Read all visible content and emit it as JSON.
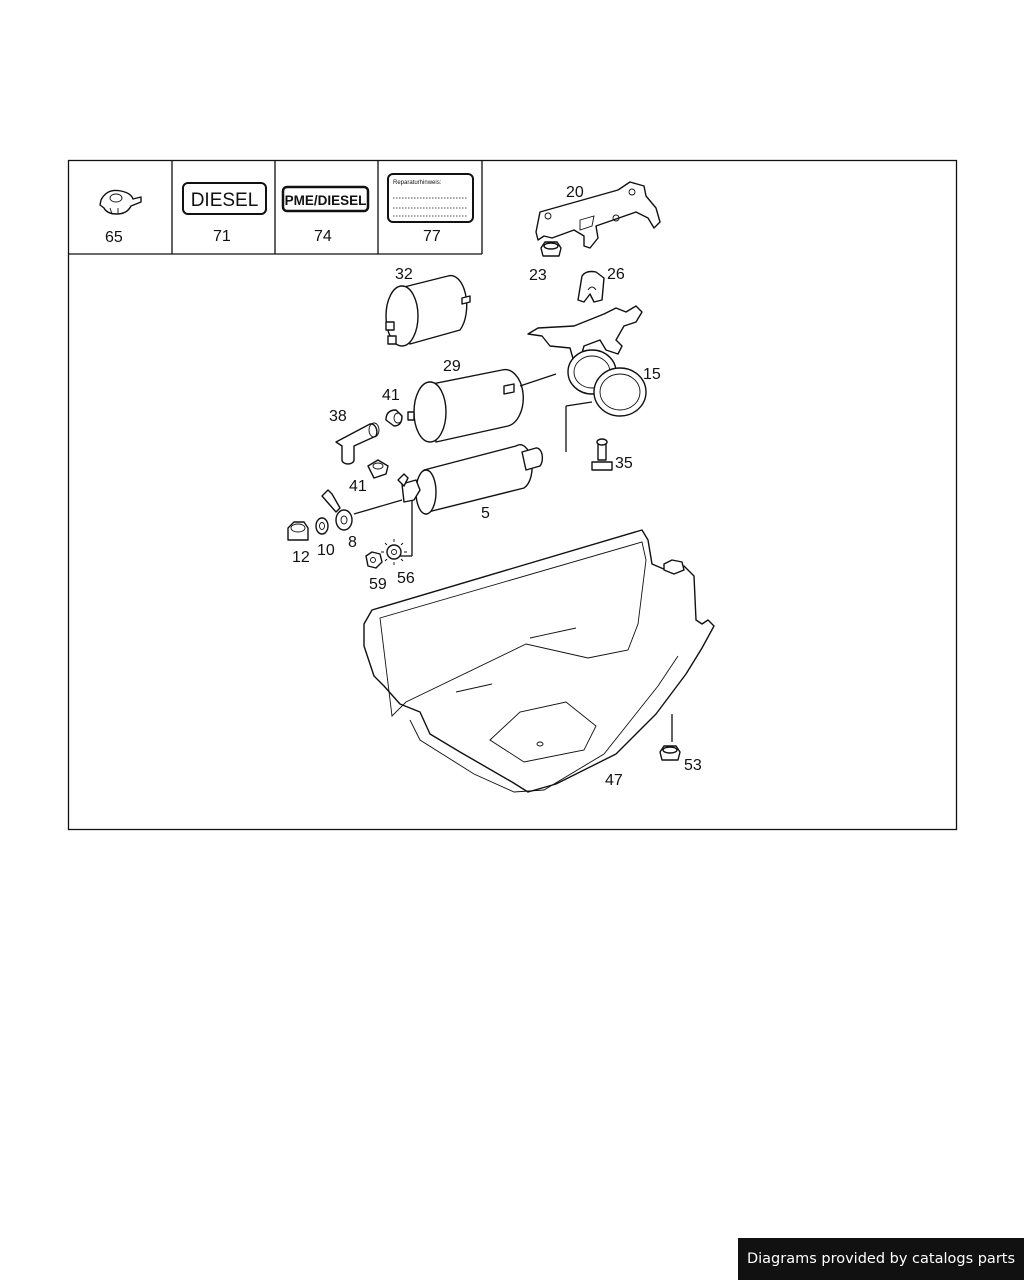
{
  "labels": {
    "p65": "65",
    "p71": "71",
    "p74": "74",
    "p77": "77",
    "p20": "20",
    "p23": "23",
    "p26": "26",
    "p32": "32",
    "p29": "29",
    "p15": "15",
    "p41a": "41",
    "p38": "38",
    "p41b": "41",
    "p35": "35",
    "p5": "5",
    "p12": "12",
    "p10": "10",
    "p8": "8",
    "p59": "59",
    "p56": "56",
    "p53": "53",
    "p47": "47"
  },
  "stickers": {
    "diesel": "DIESEL",
    "pme_diesel": "PME/DIESEL",
    "repair_note": "Reparaturhinweis:"
  },
  "attribution": "Diagrams provided by catalogs parts",
  "colors": {
    "line": "#111111",
    "background": "#ffffff",
    "attribution_bg": "#111111"
  }
}
